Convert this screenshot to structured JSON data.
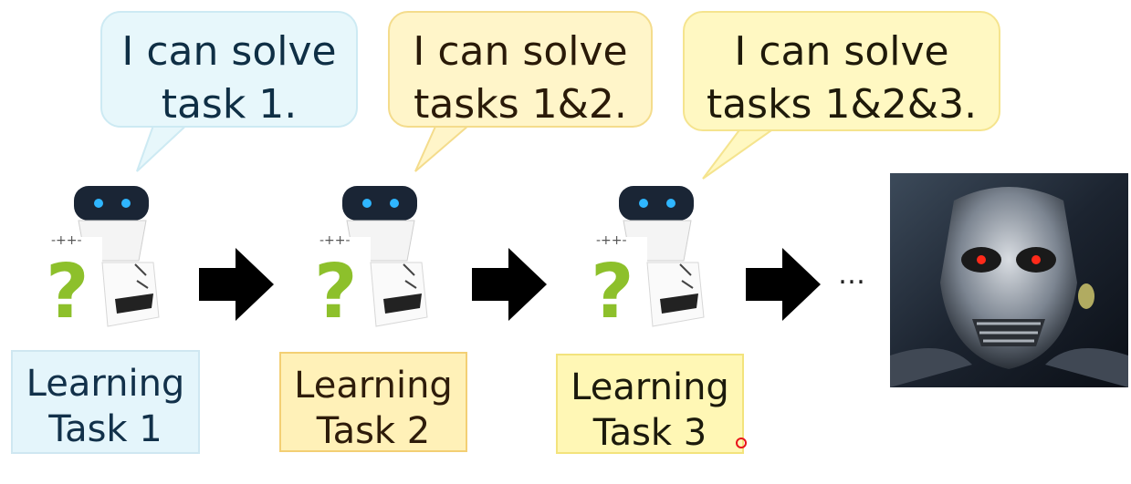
{
  "bubbles": [
    {
      "line1": "I can solve",
      "line2": "task 1."
    },
    {
      "line1": "I can solve",
      "line2": "tasks 1&2."
    },
    {
      "line1": "I can solve",
      "line2": "tasks 1&2&3."
    }
  ],
  "tasks": [
    {
      "line1": "Learning",
      "line2": "Task 1"
    },
    {
      "line1": "Learning",
      "line2": "Task 2"
    },
    {
      "line1": "Learning",
      "line2": "Task 3"
    }
  ],
  "robot_mark": "?",
  "robot_tag": "-++-",
  "continuation": "…",
  "icons": {
    "robot": "robot-icon",
    "arrow": "right-arrow-icon",
    "terminator": "terminator-robot-image"
  },
  "colors": {
    "question_mark": "#8dc02b",
    "arrow": "#000000",
    "bubble_blue": "#e7f7fb",
    "bubble_yellow": "#fff5c9"
  }
}
